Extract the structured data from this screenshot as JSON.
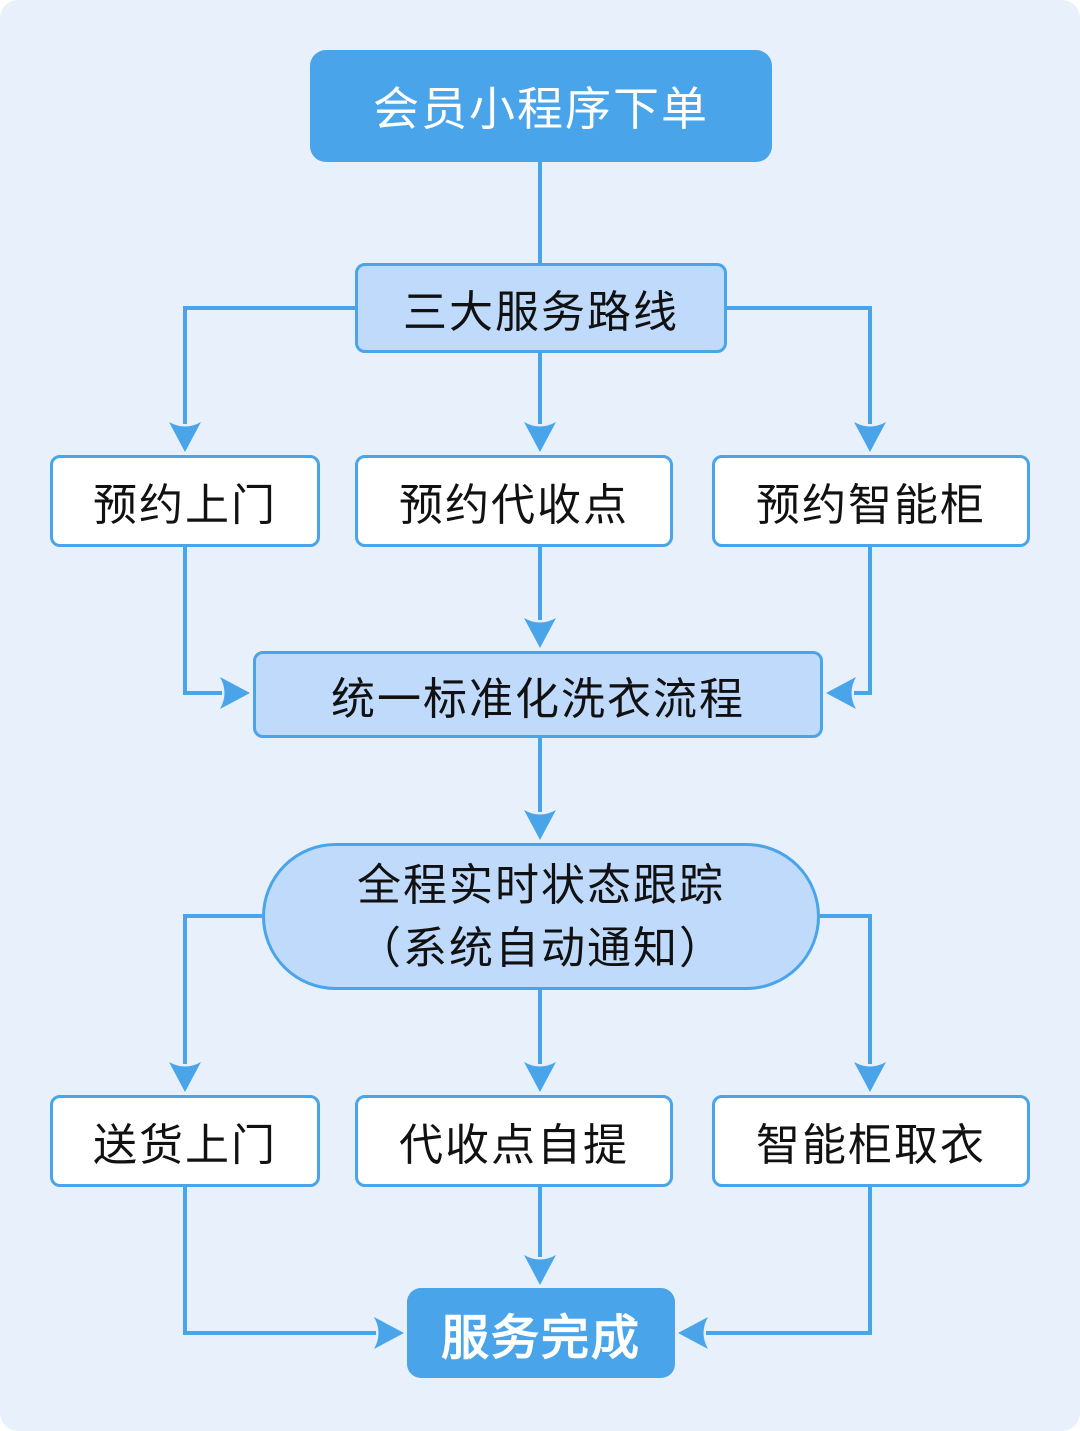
{
  "flowchart": {
    "nodes": {
      "member_order": {
        "label": "会员小程序下单"
      },
      "service_routes": {
        "label": "三大服务路线"
      },
      "book_home_pickup": {
        "label": "预约上门"
      },
      "book_collection_point": {
        "label": "预约代收点"
      },
      "book_smart_locker": {
        "label": "预约智能柜"
      },
      "standard_process": {
        "label": "统一标准化洗衣流程"
      },
      "status_tracking": {
        "line1": "全程实时状态跟踪",
        "line2": "（系统自动通知）"
      },
      "home_delivery": {
        "label": "送货上门"
      },
      "collection_point_pickup": {
        "label": "代收点自提"
      },
      "smart_locker_pickup": {
        "label": "智能柜取衣"
      },
      "service_complete": {
        "label": "服务完成"
      }
    },
    "colors": {
      "accent": "#49A4E9",
      "light_fill": "#BFDAFB",
      "canvas_bg": "#E8F1FB",
      "node_bg": "#FFFFFF",
      "text_dark": "#111111",
      "text_light": "#FFFFFF"
    }
  }
}
